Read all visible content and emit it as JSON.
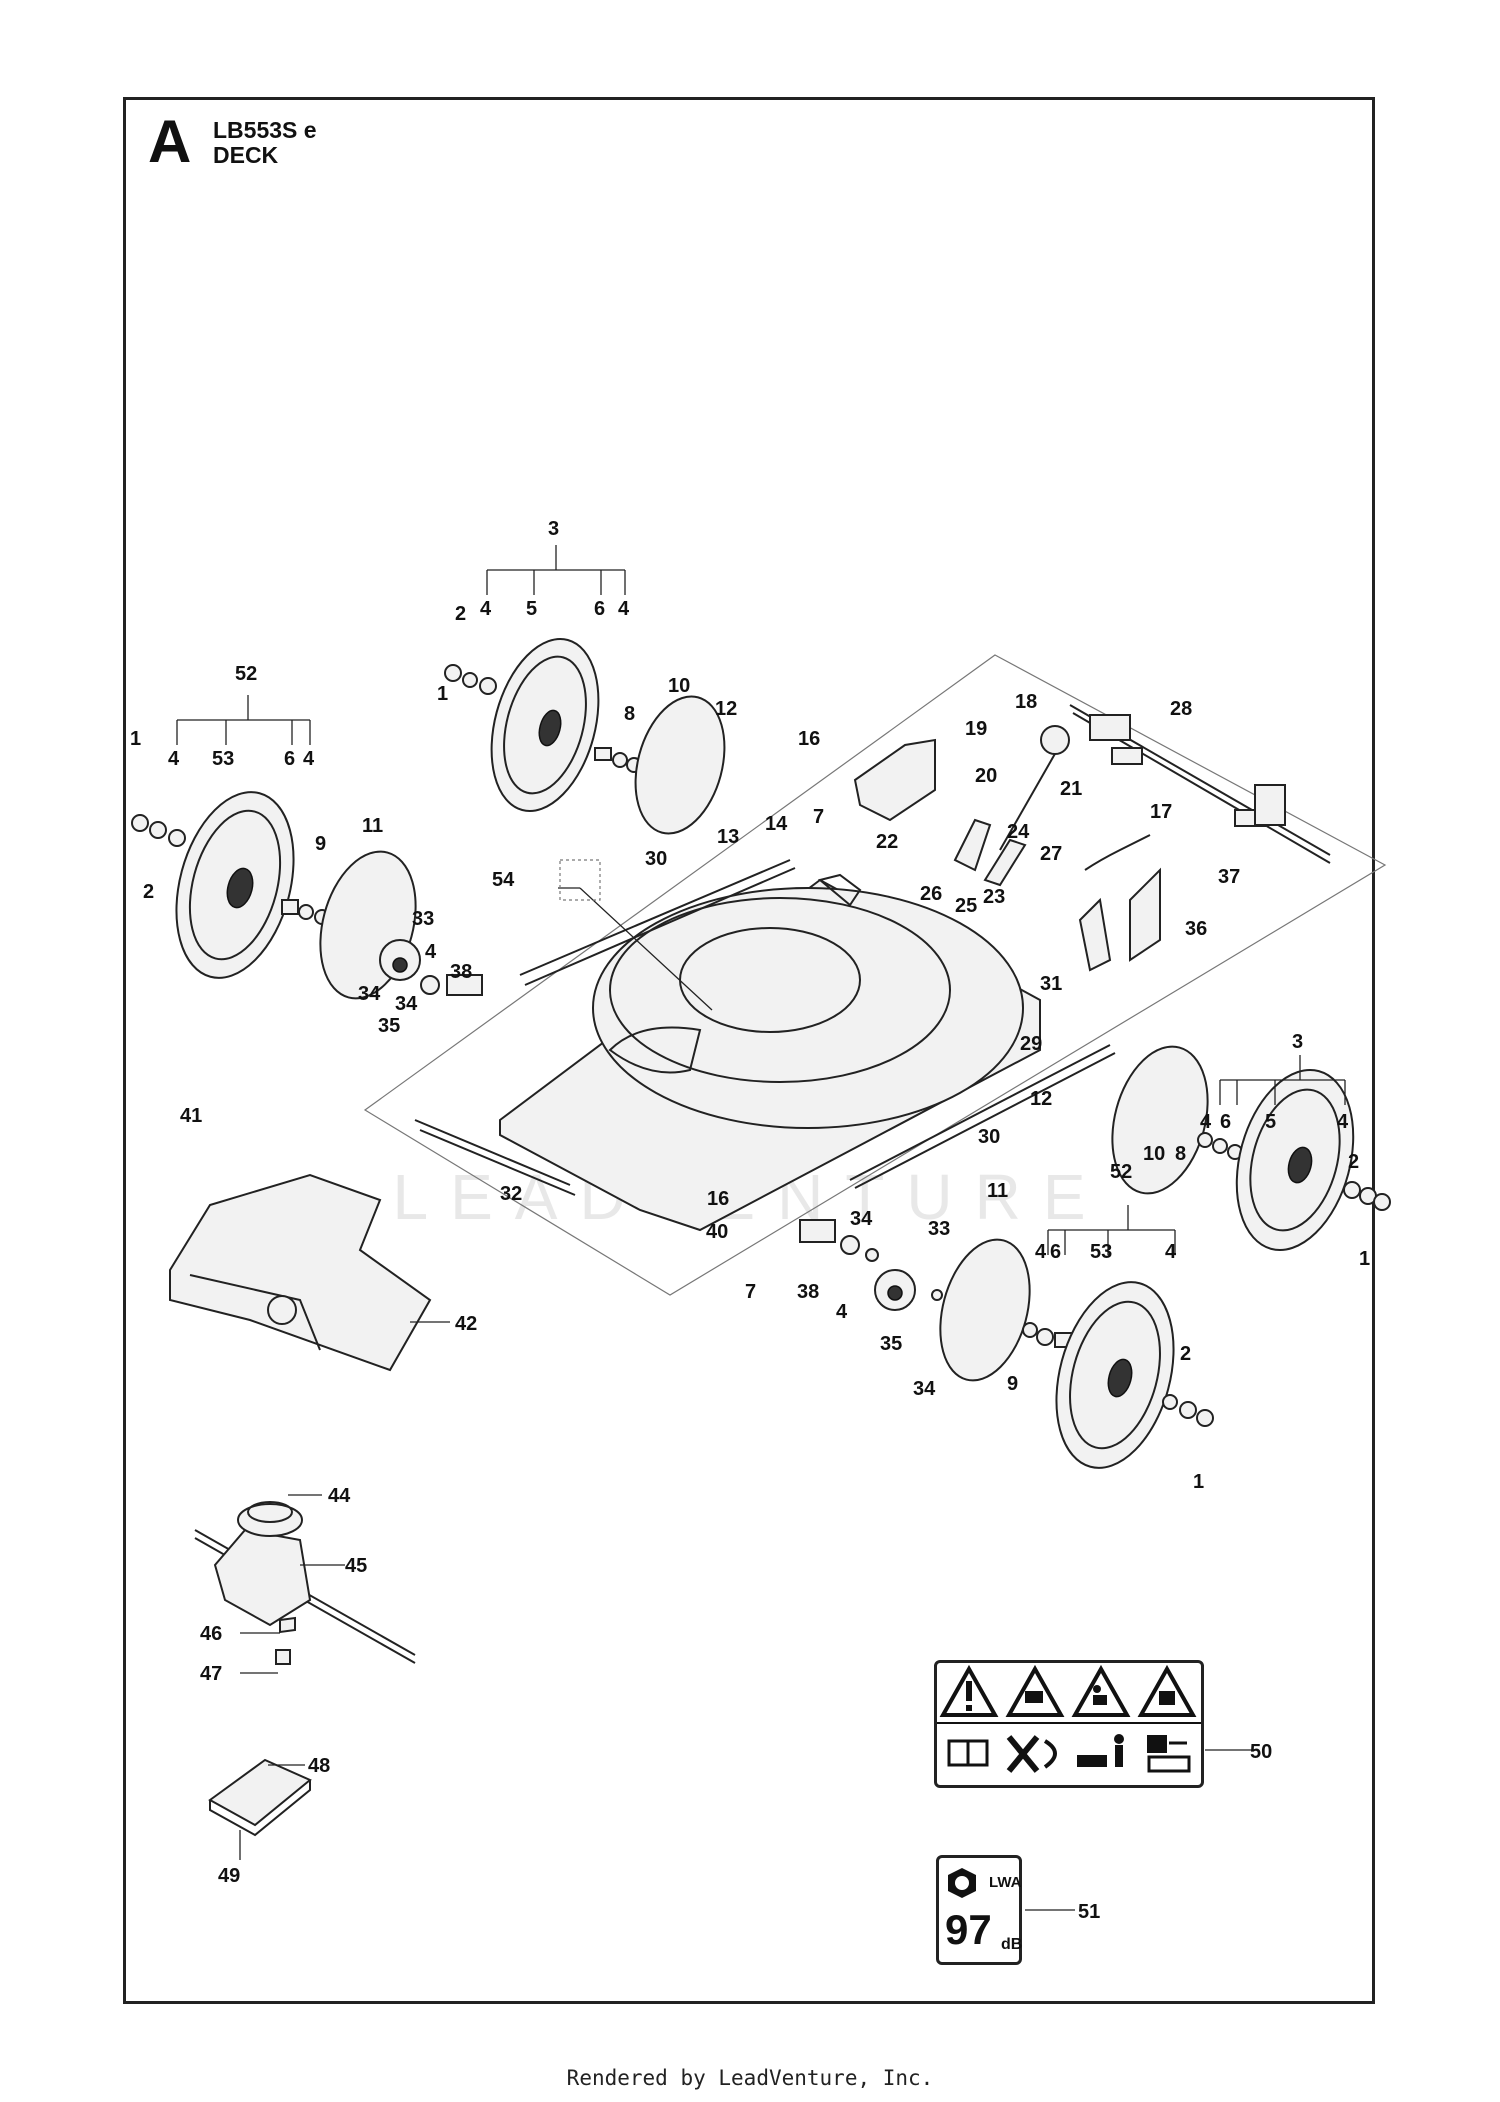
{
  "header": {
    "letter": "A",
    "model": "LB553S e",
    "section": "DECK"
  },
  "footer": {
    "text": "Rendered by LeadVenture, Inc."
  },
  "watermark": {
    "text": "LEADVENTURE"
  },
  "decals": {
    "sound_level_value": "97",
    "sound_level_unit": "dB",
    "sound_level_label": "LWA"
  },
  "callouts": {
    "c1a": "1",
    "c1b": "1",
    "c1c": "1",
    "c1d": "1",
    "c2a": "2",
    "c2b": "2",
    "c2c": "2",
    "c2d": "2",
    "c3a": "3",
    "c3b": "3",
    "c4a": "4",
    "c4b": "4",
    "c4c": "4",
    "c4d": "4",
    "c4e": "4",
    "c4f": "4",
    "c4g": "4",
    "c4h": "4",
    "c4i": "4",
    "c4j": "4",
    "c5a": "5",
    "c5b": "5",
    "c6a": "6",
    "c6b": "6",
    "c6c": "6",
    "c6d": "6",
    "c7a": "7",
    "c7b": "7",
    "c8a": "8",
    "c8b": "8",
    "c9a": "9",
    "c9b": "9",
    "c10a": "10",
    "c10b": "10",
    "c11a": "11",
    "c11b": "11",
    "c12a": "12",
    "c12b": "12",
    "c13": "13",
    "c14": "14",
    "c16a": "16",
    "c16b": "16",
    "c17": "17",
    "c18": "18",
    "c19": "19",
    "c20": "20",
    "c21": "21",
    "c22": "22",
    "c23": "23",
    "c24": "24",
    "c25": "25",
    "c26": "26",
    "c27": "27",
    "c28": "28",
    "c29": "29",
    "c30a": "30",
    "c30b": "30",
    "c31": "31",
    "c32": "32",
    "c33a": "33",
    "c33b": "33",
    "c34a": "34",
    "c34b": "34",
    "c34c": "34",
    "c34d": "34",
    "c35a": "35",
    "c35b": "35",
    "c36": "36",
    "c37": "37",
    "c38a": "38",
    "c38b": "38",
    "c40": "40",
    "c41": "41",
    "c42": "42",
    "c44": "44",
    "c45": "45",
    "c46": "46",
    "c47": "47",
    "c48": "48",
    "c49": "49",
    "c50": "50",
    "c51": "51",
    "c52a": "52",
    "c52b": "52",
    "c53a": "53",
    "c53b": "53",
    "c54": "54"
  }
}
